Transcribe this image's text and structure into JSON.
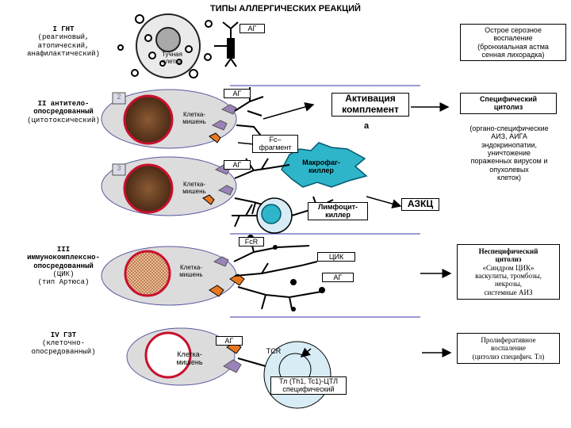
{
  "title": "ТИПЫ АЛЛЕРГИЧЕСКИХ РЕАКЦИЙ",
  "colors": {
    "rule": "#3a3aaa",
    "cell_blue": "#d7ecf5",
    "cell_grey": "#dcdcdc",
    "nucleus_brown": "#6b4426",
    "target_red": "#c8102e",
    "receptor_purple": "#9a83b8",
    "antigen_orange": "#e87722",
    "macrophage_cyan": "#2fb5c9",
    "dark": "#111111"
  },
  "types": {
    "t1": {
      "line1": "I  ГНТ",
      "line2": "(реагиновый,",
      "line3": "атопический,",
      "line4": "анафилактический)"
    },
    "t2": {
      "line1": "II  антитело-",
      "line2": "опосредованный",
      "line3": "(цитотоксический)"
    },
    "t3": {
      "line1": "III",
      "line2": "иммунокомплексно-",
      "line3": "опосредованный",
      "line4": "(ЦИК)",
      "line5": "(тип Артюса)"
    },
    "t4": {
      "line1": "IV ГЗТ",
      "line2": "(клеточно-",
      "line3": "опосредованный)"
    }
  },
  "diagram": {
    "ag1": "АГ",
    "mast": {
      "line1": "Тучная",
      "line2": "клетка"
    },
    "ag2": "АГ",
    "activation": {
      "line1": "Активация",
      "line2": "комплемент",
      "line3": "а"
    },
    "target1": {
      "line1": "Клетка-",
      "line2": "мишень"
    },
    "fc": {
      "line1": "Fc–",
      "line2": "фрагмент"
    },
    "macrophage": {
      "line1": "Макрофаг-",
      "line2": "киллер"
    },
    "ag3": "АГ",
    "target2": {
      "line1": "Клетка-",
      "line2": "мишень"
    },
    "lymph": {
      "line1": "Лимфоцит-",
      "line2": "киллер"
    },
    "azkc": "АЗКЦ",
    "fcr": "FcR",
    "cik": "ЦИК",
    "ag4": "АГ",
    "target3": {
      "line1": "Клетка-",
      "line2": "мишень"
    },
    "ag5": "АГ",
    "tcr": "TCR",
    "target4": {
      "line1": "Клетка-",
      "line2": "мишень"
    },
    "tcell": {
      "line1": "Тл  (Th1, Tc1)-ЦТЛ",
      "line2": "специфический"
    },
    "badge_a": "2",
    "badge_b": "3"
  },
  "outcomes": {
    "o1": {
      "line1": "Острое серозное",
      "line2": "воспаление",
      "line3": "(бронхиальная астма",
      "line4": "сенная лихорадка)"
    },
    "o2": {
      "line1": "Специфический",
      "line2": "цитолиз"
    },
    "o2b": {
      "line1": "(органо-специфические",
      "line2": "АИЗ, АИГА",
      "line3": "эндокринопатии,",
      "line4": "уничтожение",
      "line5": "пораженных вирусом и",
      "line6": "опухолевых",
      "line7": "клеток)"
    },
    "o3": {
      "line1": "Неспецифический",
      "line2": "цитолиз",
      "line3": "«Синдром ЦИК»",
      "line4": "васкулиты, тромбозы,",
      "line5": "некрозы,",
      "line6": "системные АИЗ"
    },
    "o4": {
      "line1": "Пролиферативное",
      "line2": "воспаление",
      "line3": "(цитолиз специфич. Тл)"
    }
  }
}
